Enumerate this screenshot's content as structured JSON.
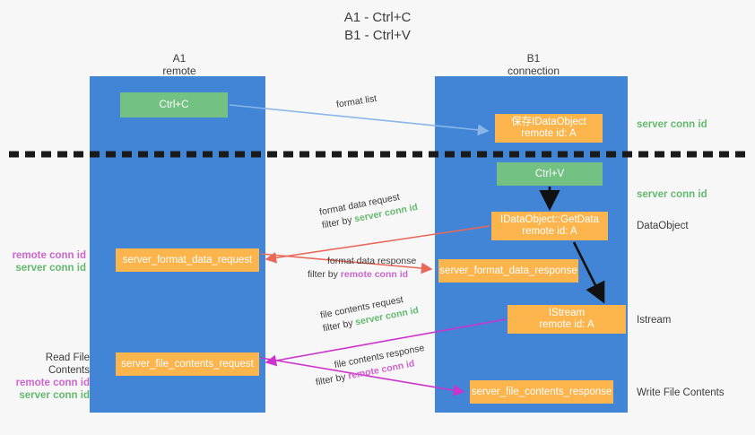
{
  "title": {
    "line1": "A1 - Ctrl+C",
    "line2": "B1 - Ctrl+V"
  },
  "columns": [
    {
      "name": "A1",
      "sub": "remote"
    },
    {
      "name": "B1",
      "sub": "connection"
    }
  ],
  "boxes": {
    "ctrl_c": "Ctrl+C",
    "save_idataobject": {
      "line1": "保存IDataObject",
      "line2": "remote id: A"
    },
    "ctrl_v": "Ctrl+V",
    "getdata": {
      "line1": "IDataObject::GetData",
      "line2": "remote id: A"
    },
    "istream": {
      "line1": "IStream",
      "line2": "remote id: A"
    },
    "server_format_data_request": "server_format_data_request",
    "server_format_data_response": "server_format_data_response",
    "server_file_contents_request": "server_file_contents_request",
    "server_file_contents_response": "server_file_contents_response"
  },
  "edge_labels": {
    "format_list": "format list",
    "format_data_request": {
      "line1": "format data request",
      "filter_prefix": "filter by ",
      "filter_value": "server conn id"
    },
    "format_data_response": {
      "line1": "format data response",
      "filter_prefix": "filter by ",
      "filter_value": "remote conn id"
    },
    "file_contents_request": {
      "line1": "file contents request",
      "filter_prefix": "filter by ",
      "filter_value": "server conn id"
    },
    "file_contents_response": {
      "line1": "file contents response",
      "filter_prefix": "filter by ",
      "filter_value": "remote conn id"
    }
  },
  "right_labels": {
    "server_conn_id_top": "server conn id",
    "server_conn_id_mid": "server conn id",
    "dataobject": "DataObject",
    "istream": "Istream",
    "write_file_contents": "Write File Contents"
  },
  "left_labels": {
    "remote_conn_id": "remote conn id",
    "server_conn_id": "server conn id",
    "read_file_contents": "Read File Contents",
    "remote_conn_id_2": "remote conn id",
    "server_conn_id_2": "server conn id"
  },
  "colors": {
    "lane": "#4285d6",
    "green_box": "#73c283",
    "orange_box": "#fcb44d",
    "green_text": "#64b96f",
    "pink_text": "#cc66cc",
    "red_arrow": "#e8695a",
    "magenta_arrow": "#cc33cc",
    "blue_arrow": "#8ab6e8",
    "black_arrow": "#000000",
    "background": "#f7f7f7",
    "divider": "#1a1a1a"
  }
}
